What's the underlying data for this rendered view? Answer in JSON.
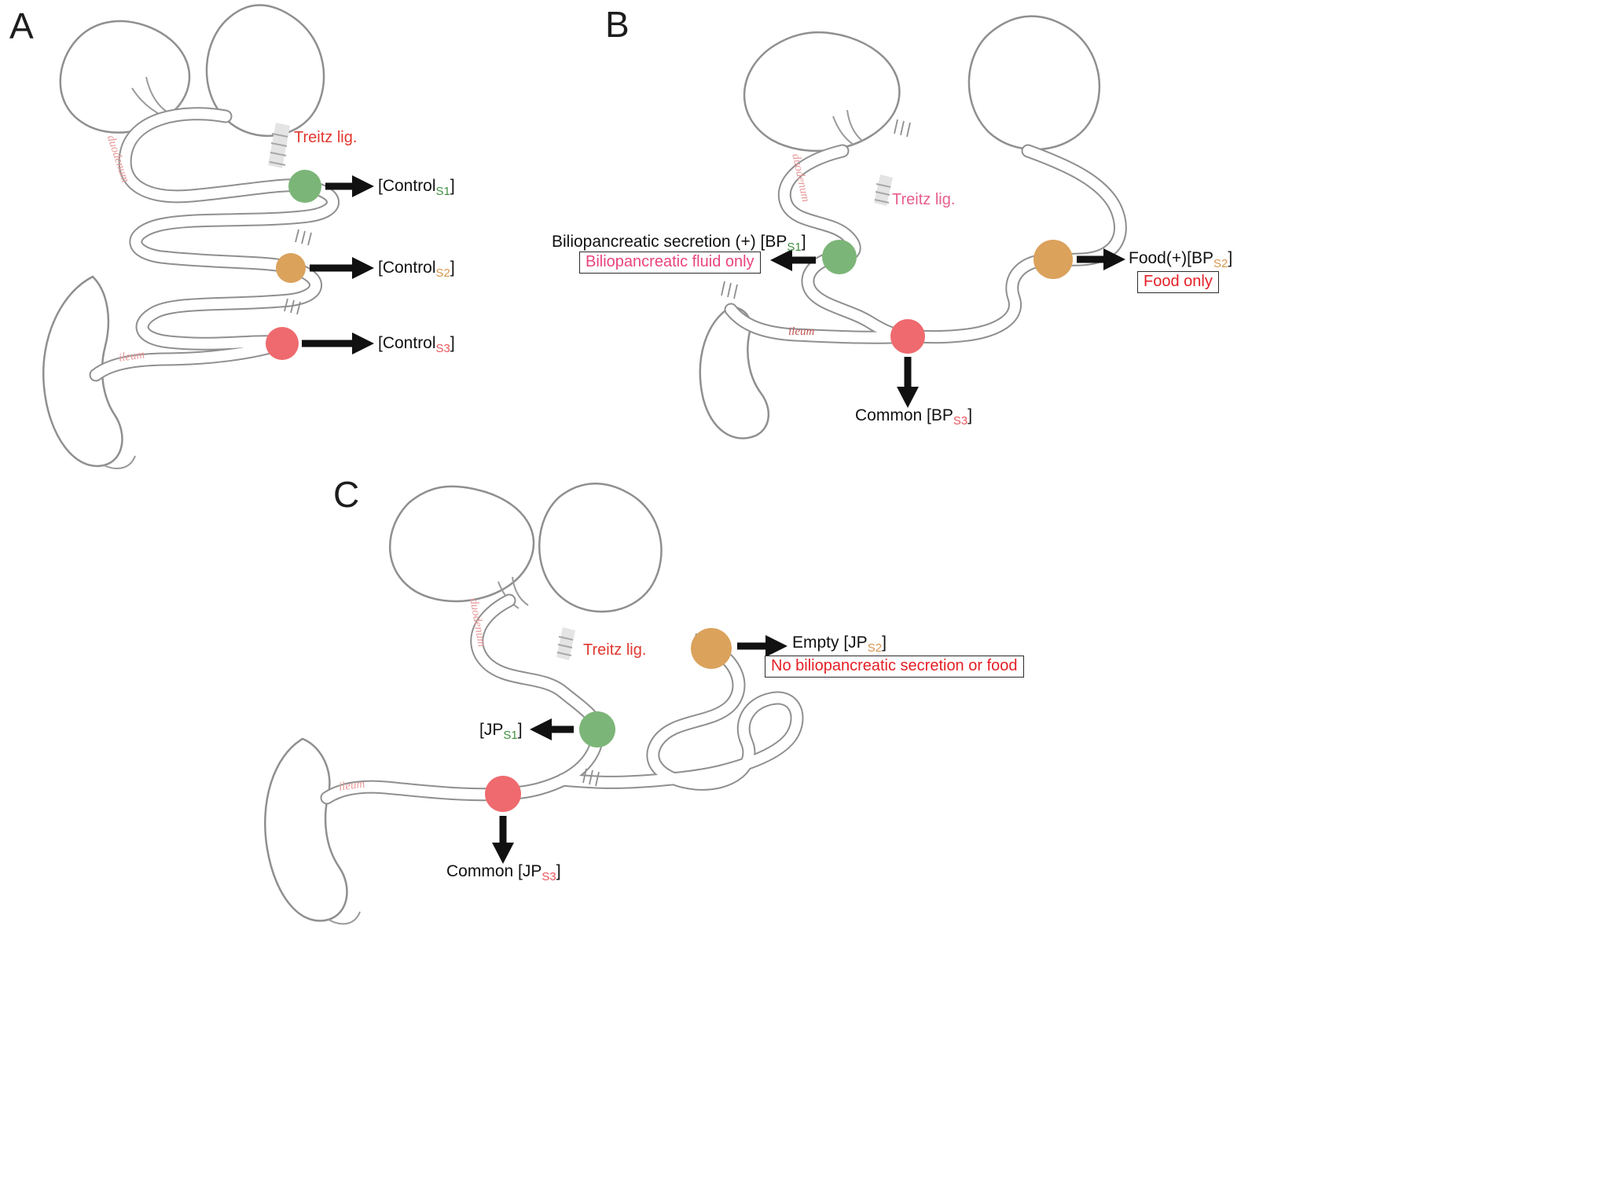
{
  "figure": {
    "panels": {
      "a": {
        "letter": "A",
        "treitz_label": "Treitz lig.",
        "duodenum_label": "duodenum",
        "ileum_label": "ileum",
        "samples": [
          {
            "prefix": "[Control",
            "sub": "S1",
            "suffix": "]"
          },
          {
            "prefix": "[Control",
            "sub": "S2",
            "suffix": "]"
          },
          {
            "prefix": "[Control",
            "sub": "S3",
            "suffix": "]"
          }
        ]
      },
      "b": {
        "letter": "B",
        "treitz_label": "Treitz lig.",
        "duodenum_label": "duodenum",
        "ileum_label": "ileum",
        "s1": {
          "prefix": "Biliopancreatic secretion (+) [BP",
          "sub": "S1",
          "suffix": "]"
        },
        "s1_box": "Biliopancreatic fluid only",
        "s2": {
          "prefix": "Food(+)[BP",
          "sub": "S2",
          "suffix": "]"
        },
        "s2_box": "Food only",
        "s3": {
          "prefix": "Common [BP",
          "sub": "S3",
          "suffix": "]"
        }
      },
      "c": {
        "letter": "C",
        "treitz_label": "Treitz lig.",
        "duodenum_label": "duodenum",
        "ileum_label": "ileum",
        "s1": {
          "prefix": "[JP",
          "sub": "S1",
          "suffix": "]"
        },
        "s2": {
          "prefix": "Empty [JP",
          "sub": "S2",
          "suffix": "]"
        },
        "s2_box": "No biliopancreatic secretion or food",
        "s3": {
          "prefix": "Common [JP",
          "sub": "S3",
          "suffix": "]"
        }
      }
    },
    "colors": {
      "marker_s1": "#7cb578",
      "marker_s2": "#dba25c",
      "marker_s3": "#ee6a6e",
      "sub_s1": "#3f8f3f",
      "sub_s2": "#d8964e",
      "sub_s3": "#e8575c",
      "treitz_red": "#e0392f",
      "treitz_pink": "#e75f8d",
      "box_pink": "#e8447e",
      "box_red": "#e41f25",
      "anatomy_line": "#8f8f8f"
    }
  }
}
